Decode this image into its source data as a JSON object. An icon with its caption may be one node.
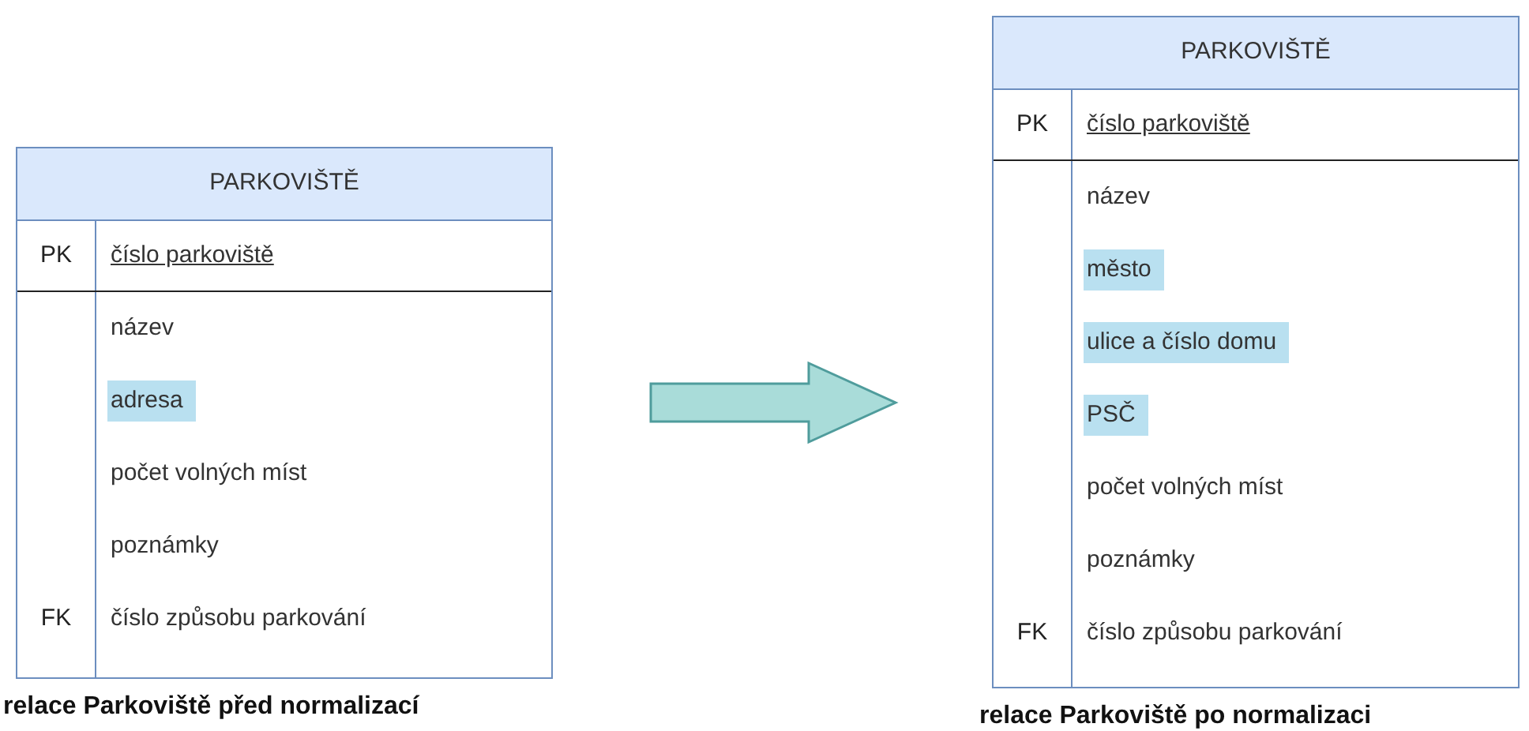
{
  "diagram": {
    "nodes": [
      {
        "text": [
          "PARKOVIŠTĚ"
        ],
        "beside": [
          "relace Parkoviště před normalizací"
        ]
      },
      {
        "text": [
          "PK",
          "číslo parkoviště"
        ],
        "in": 0
      },
      {
        "text": [
          "název"
        ],
        "in": 0
      },
      {
        "text": [
          "adresa"
        ],
        "in": 0
      },
      {
        "text": [
          "počet volných míst"
        ],
        "in": 0
      },
      {
        "text": [
          "poznámky"
        ],
        "in": 0
      },
      {
        "text": [
          "FK",
          "číslo způsobu parkování"
        ],
        "in": 0
      },
      {
        "text": [
          "PARKOVIŠTĚ"
        ],
        "beside": [
          "relace Parkoviště po normalizaci"
        ]
      },
      {
        "text": [
          "PK",
          "číslo parkoviště"
        ],
        "in": 7
      },
      {
        "text": [
          "název"
        ],
        "in": 7
      },
      {
        "text": [
          "město"
        ],
        "in": 7
      },
      {
        "text": [
          "ulice a číslo domu"
        ],
        "in": 7
      },
      {
        "text": [
          "PSČ"
        ],
        "in": 7
      },
      {
        "text": [
          "počet volných míst"
        ],
        "in": 7
      },
      {
        "text": [
          "poznámky"
        ],
        "in": 7
      },
      {
        "text": [
          "FK",
          "číslo způsobu parkování"
        ],
        "in": 7
      }
    ],
    "edges": [
      {
        "from": 0,
        "to": 7,
        "arrow": "to",
        "style": "thick",
        "color": "#a9dcd9"
      }
    ]
  }
}
